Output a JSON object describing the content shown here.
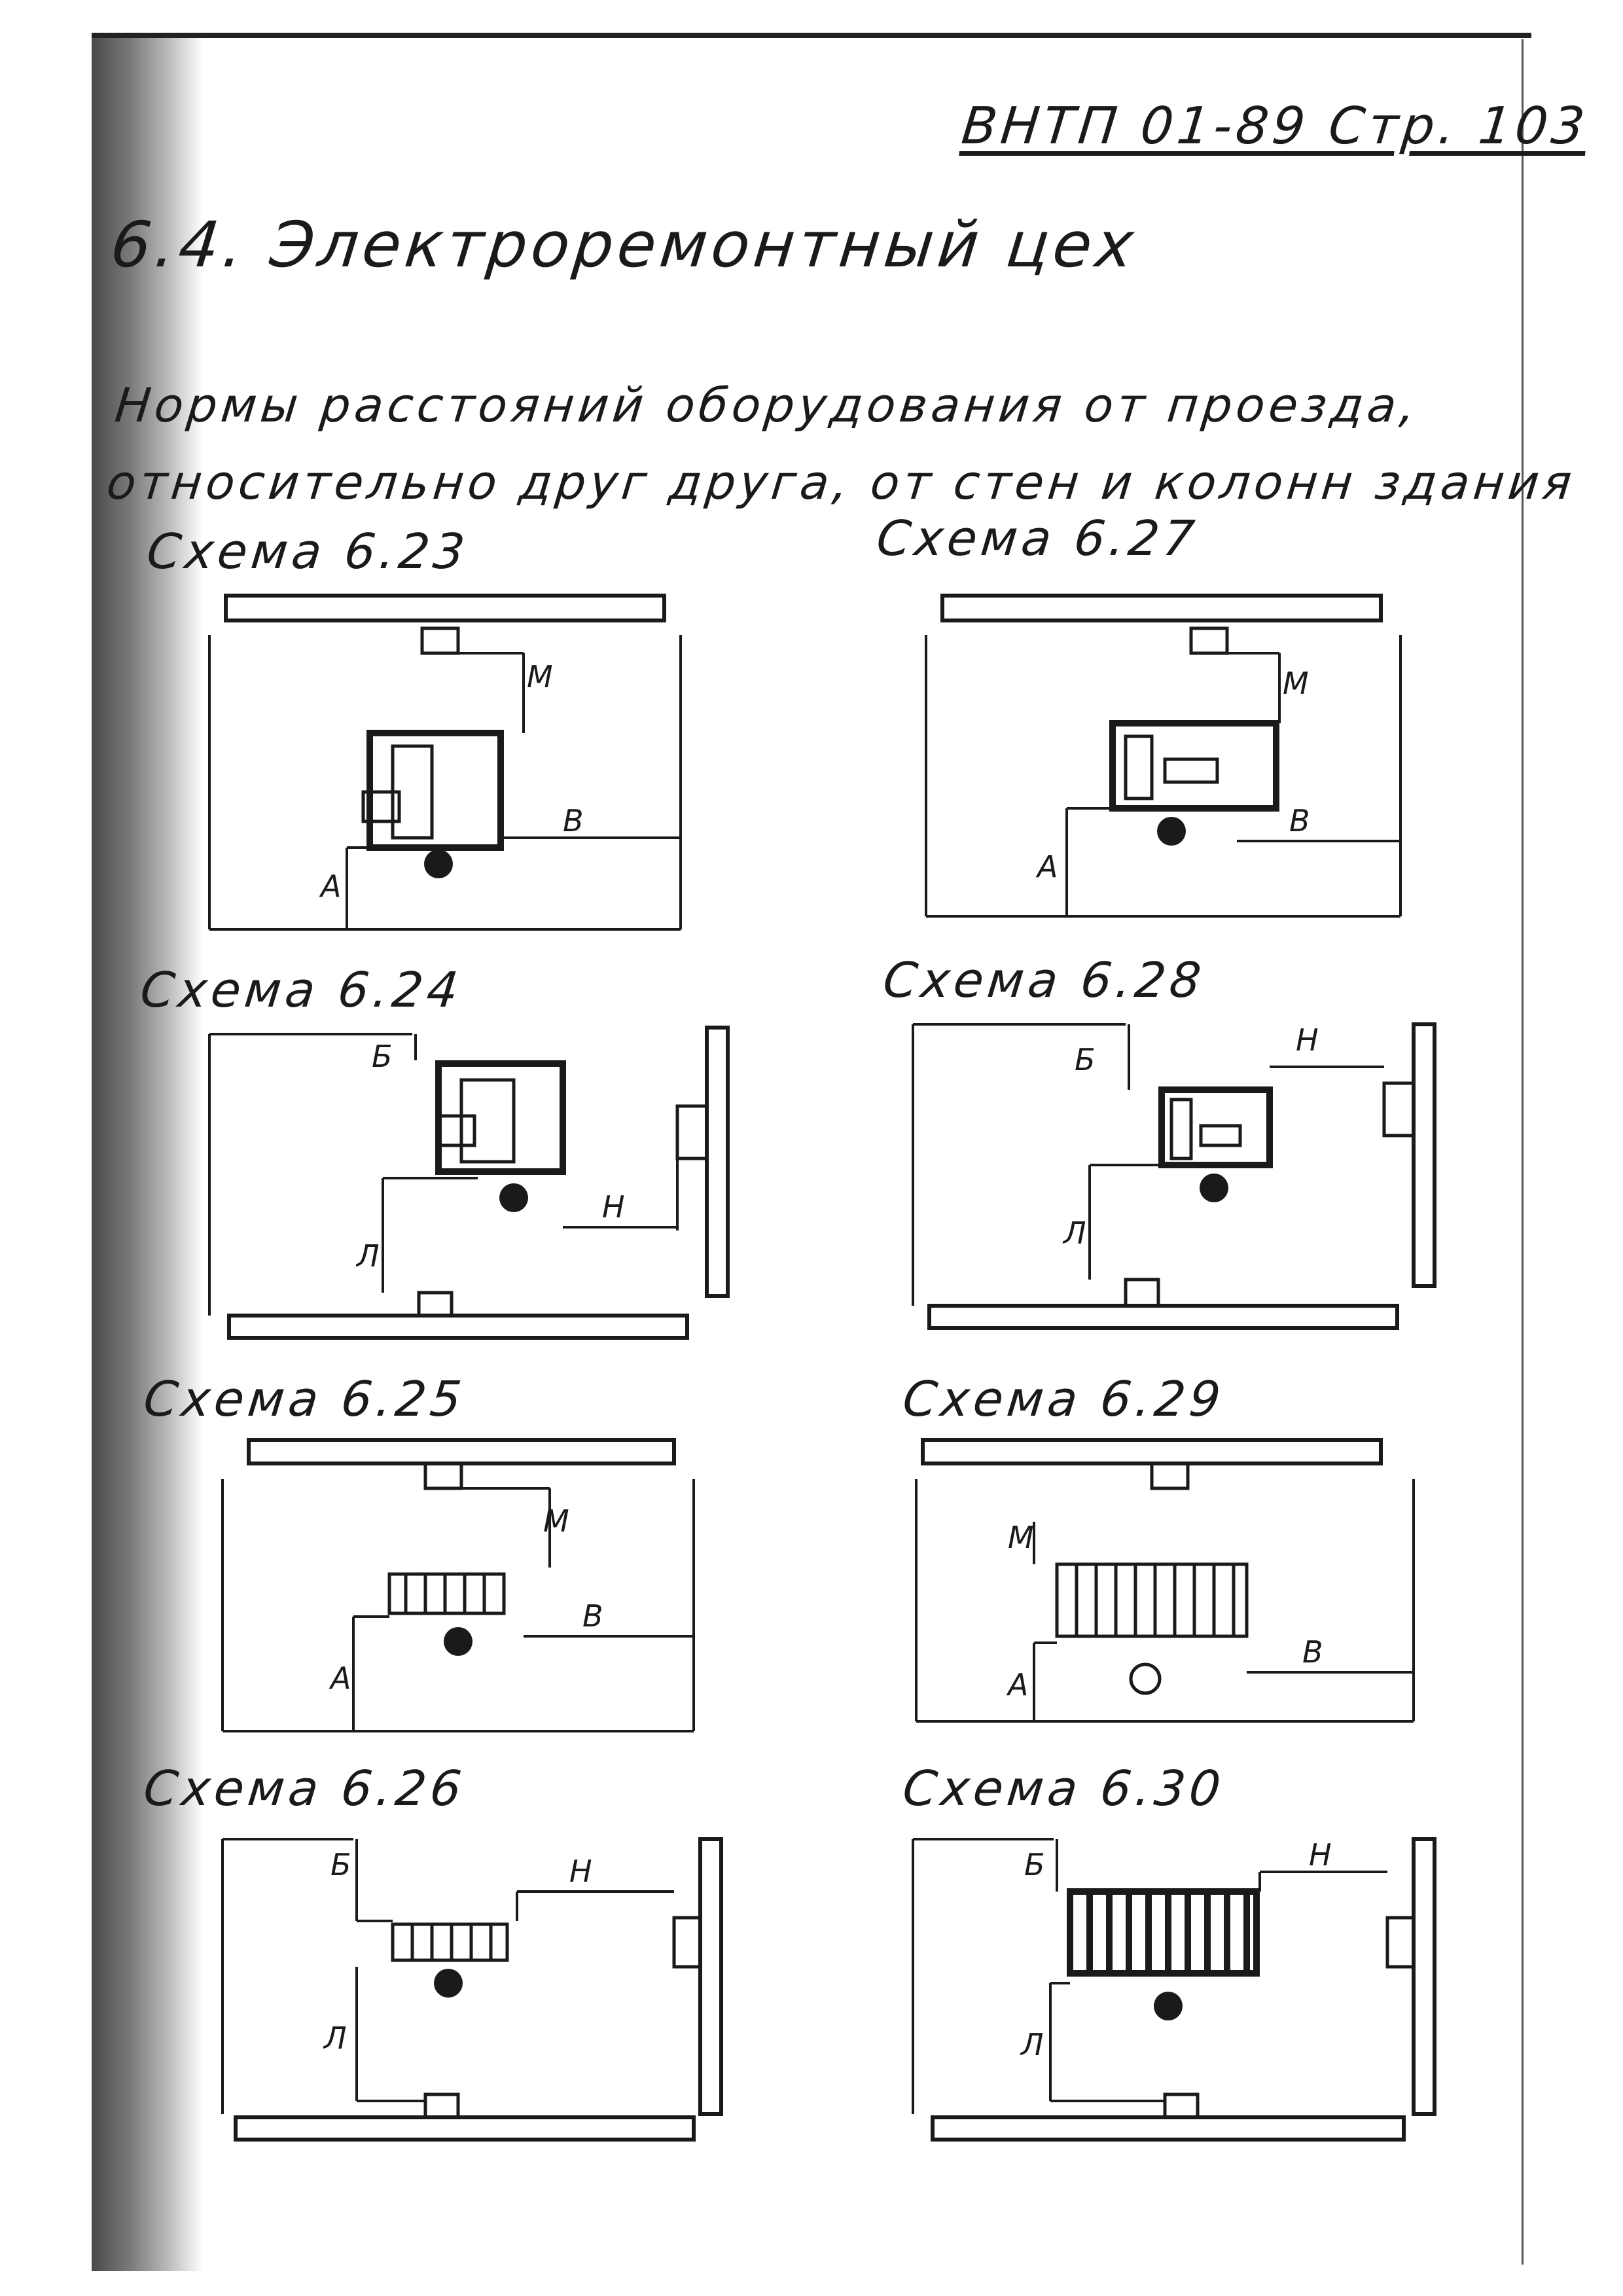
{
  "header": {
    "reference": "ВНТП 01-89 Стр. 103"
  },
  "section": {
    "title": "6.4. Электроремонтный цех"
  },
  "subtitle": {
    "line1": "Нормы расстояний оборудования от проезда,",
    "line2": "относительно друг друга, от стен и колонн здания"
  },
  "schemes": [
    {
      "label": "Схема 6.23",
      "dims": [
        "М",
        "В",
        "А"
      ]
    },
    {
      "label": "Схема 6.27",
      "dims": [
        "М",
        "В",
        "А"
      ]
    },
    {
      "label": "Схема 6.24",
      "dims": [
        "Б",
        "Н",
        "Л"
      ]
    },
    {
      "label": "Схема 6.28",
      "dims": [
        "Б",
        "Н",
        "Л"
      ]
    },
    {
      "label": "Схема 6.25",
      "dims": [
        "М",
        "В",
        "А"
      ]
    },
    {
      "label": "Схема 6.29",
      "dims": [
        "М",
        "В",
        "А"
      ]
    },
    {
      "label": "Схема 6.26",
      "dims": [
        "Б",
        "Н",
        "Л"
      ]
    },
    {
      "label": "Схема 6.30",
      "dims": [
        "Б",
        "Н",
        "Л"
      ]
    }
  ]
}
